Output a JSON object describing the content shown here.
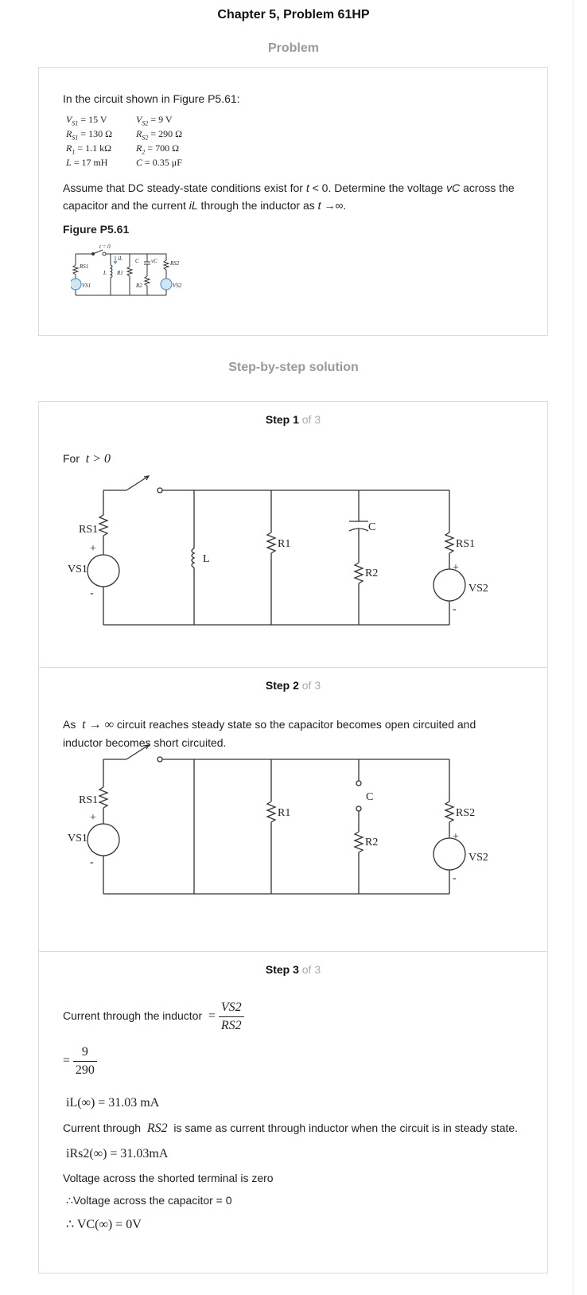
{
  "page_title": "Chapter 5, Problem 61HP",
  "problem_section_title": "Problem",
  "problem": {
    "intro": "In the circuit shown in Figure P5.61:",
    "givens": [
      [
        "V",
        "S1",
        " = 15 V"
      ],
      [
        "V",
        "S2",
        " = 9 V"
      ],
      [
        "R",
        "S1",
        " = 130 Ω"
      ],
      [
        "R",
        "S2",
        " = 290 Ω"
      ],
      [
        "R",
        "1",
        " = 1.1 kΩ"
      ],
      [
        "R",
        "2",
        " = 700 Ω"
      ],
      [
        "L",
        "",
        " = 17 mH"
      ],
      [
        "C",
        "",
        " = 0.35 μF"
      ]
    ],
    "assume_line1_a": "Assume that DC steady-state conditions exist for ",
    "assume_t": "t",
    "assume_line1_b": " < 0. Determine the voltage ",
    "assume_vc": "vC",
    "assume_line1_c": " across the",
    "assume_line2_a": "capacitor and the current ",
    "assume_il": "iL",
    "assume_line2_b": " through the inductor as ",
    "assume_line2_t": "t",
    "assume_line2_c": " →∞.",
    "figure_label": "Figure P5.61",
    "figure_labels": {
      "switch": "t = 0",
      "il": "iL",
      "l": "L",
      "r1": "R1",
      "c": "C",
      "vc": "vC",
      "rs1": "RS1",
      "rs2": "RS2",
      "r2": "R2",
      "vs1": "VS1",
      "vs2": "VS2"
    }
  },
  "solution_section_title": "Step-by-step solution",
  "steps": [
    {
      "label": "Step 1",
      "of": "of 3",
      "intro_text": "For",
      "intro_math": "t > 0",
      "circuit_labels": {
        "rs_left": "RS1",
        "vs_left": "VS1",
        "l": "L",
        "r1": "R1",
        "c": "C",
        "r2": "R2",
        "rs_right": "RS1",
        "vs_right": "VS2",
        "plus": "+",
        "minus": "-"
      }
    },
    {
      "label": "Step 2",
      "of": "of 3",
      "text_a": "As",
      "text_math": "t → ∞",
      "text_b": "circuit reaches steady state so the capacitor becomes open circuited and",
      "text_c": "inductor becomes short circuited.",
      "circuit_labels": {
        "rs_left": "RS1",
        "vs_left": "VS1",
        "r1": "R1",
        "c": "C",
        "r2": "R2",
        "rs_right": "RS2",
        "vs_right": "VS2",
        "plus": "+",
        "minus": "-"
      }
    },
    {
      "label": "Step 3",
      "of": "of 3",
      "current_label": "Current through the inductor",
      "frac1_num": "VS2",
      "frac1_den": "RS2",
      "frac2_num": "9",
      "frac2_den": "290",
      "il_result": "iL(∞) = 31.03 mA",
      "current_through_a": "Current through",
      "current_through_math": "RS2",
      "current_through_b": "is same as current through inductor when the circuit is in steady state.",
      "irs2_result": "iRs2(∞) = 31.03mA",
      "voltage_text": "Voltage across the shorted terminal is zero",
      "therefore_cap": "∴Voltage across the capacitor = 0",
      "vc_result": "∴ VC(∞) = 0V"
    }
  ]
}
